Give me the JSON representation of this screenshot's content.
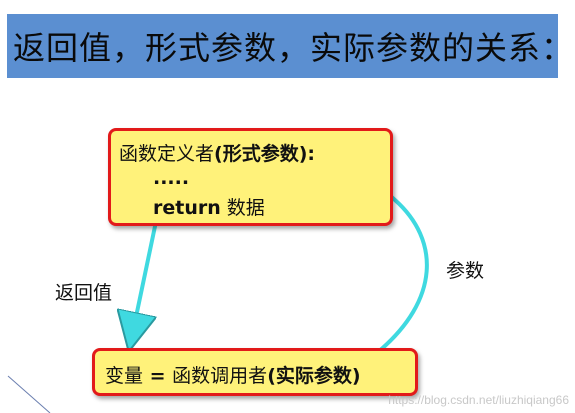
{
  "title": "返回值，形式参数，实际参数的关系：",
  "definer_box": {
    "line1_prefix": "函数定义者",
    "line1_suffix": "(形式参数):",
    "line2": ".....",
    "line3_keyword": "return",
    "line3_rest": " 数据"
  },
  "caller_box": {
    "var": "变量",
    "assign": " = ",
    "caller": "函数调用者",
    "args": "(实际参数)"
  },
  "labels": {
    "return_value": "返回值",
    "params": "参数"
  },
  "watermark": "https://blog.csdn.net/liuzhiqiang66",
  "colors": {
    "title_bg": "#5b8fd1",
    "box_fill": "#fff27a",
    "box_border": "#e21a1a",
    "arrow": "#3fd9e0"
  }
}
